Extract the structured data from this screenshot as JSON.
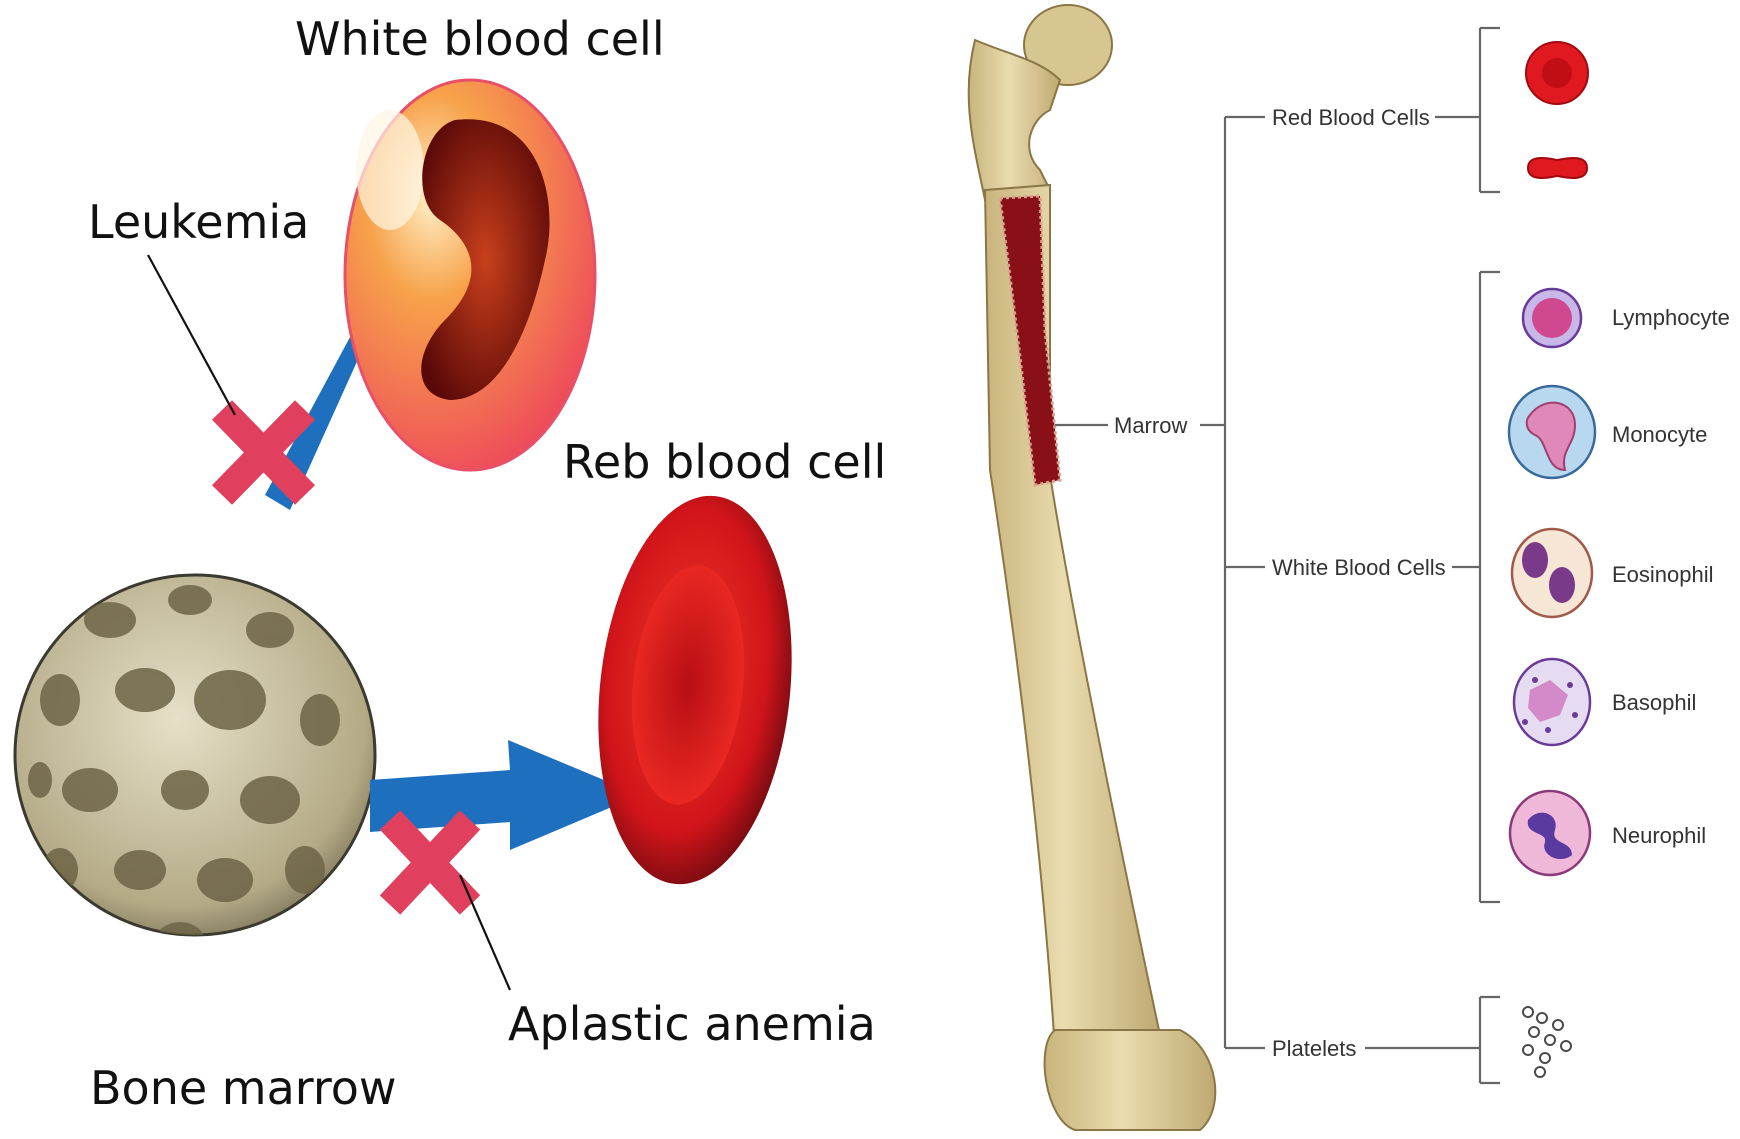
{
  "left_panel": {
    "white_blood_cell": "White blood cell",
    "red_blood_cell": "Reb blood cell",
    "leukemia": "Leukemia",
    "aplastic_anemia": "Aplastic anemia",
    "bone_marrow": "Bone marrow"
  },
  "right_panel": {
    "marrow": "Marrow",
    "red_blood_cells": "Red Blood Cells",
    "white_blood_cells": "White Blood Cells",
    "platelets": "Platelets",
    "cell_types": {
      "lymphocyte": "Lymphocyte",
      "monocyte": "Monocyte",
      "eosinophil": "Eosinophil",
      "basophil": "Basophil",
      "neutrophil": "Neurophil"
    }
  },
  "colors": {
    "arrow": "#1f6fbf",
    "x_mark": "#e0405e",
    "bone": "#dccb9a",
    "marrow": "#8a1018",
    "rbc": "#d81818"
  }
}
